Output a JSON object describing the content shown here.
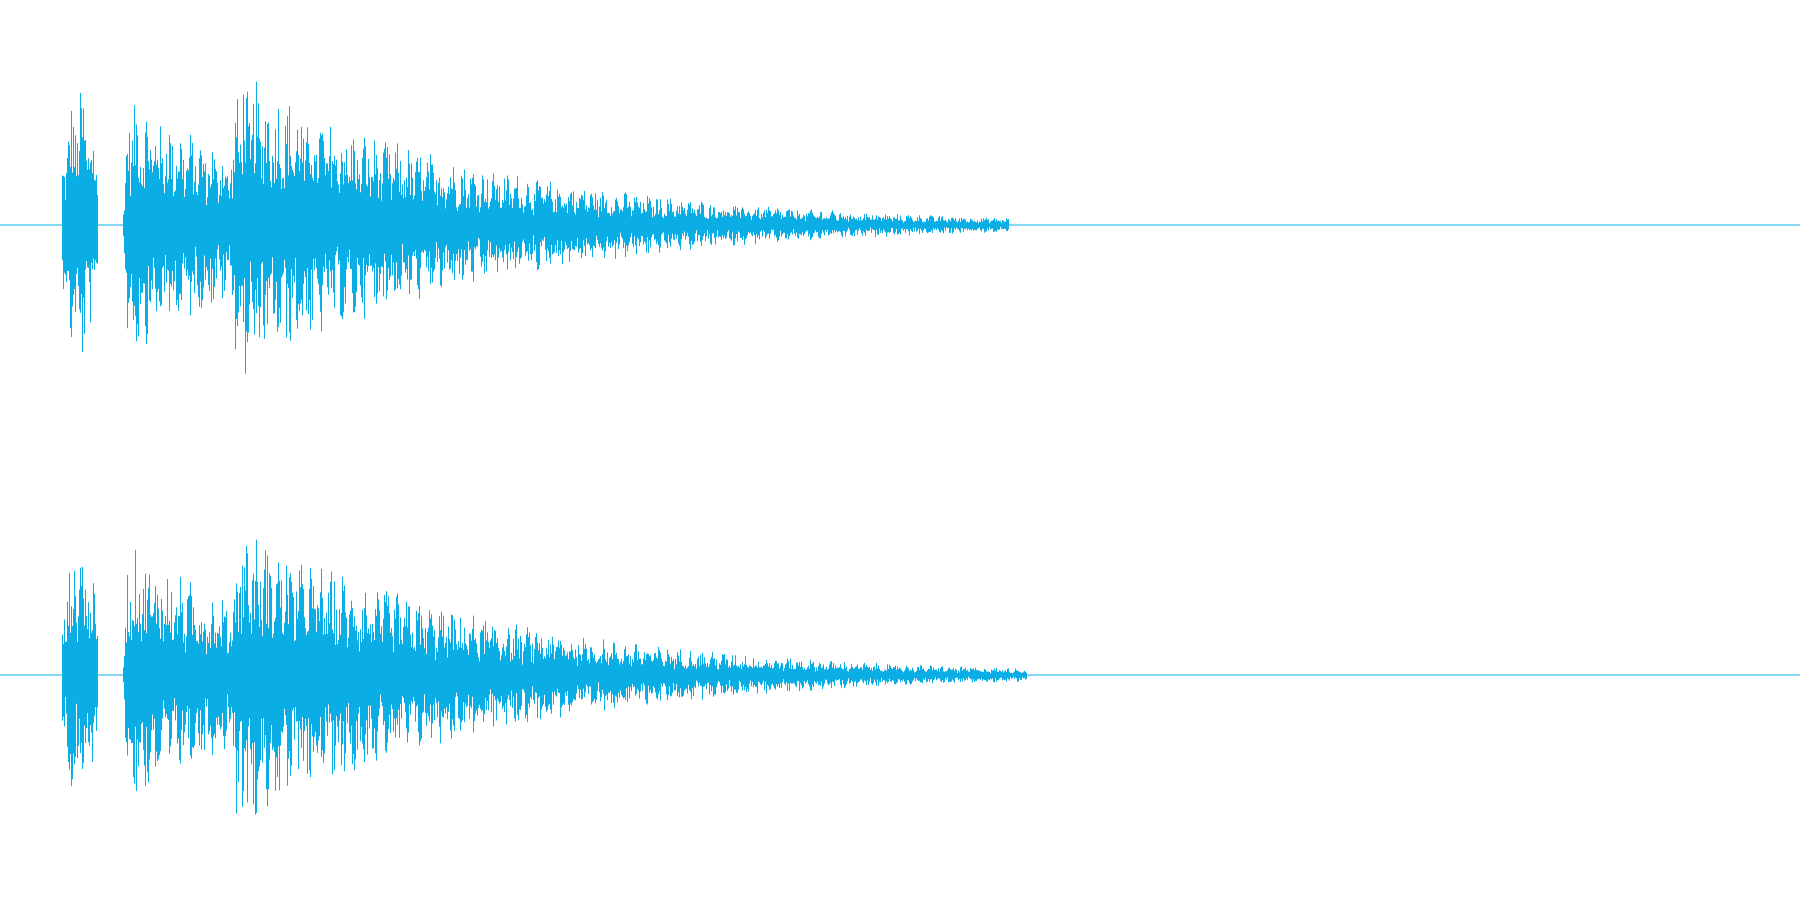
{
  "colors": {
    "waveform": "#0aaee4",
    "background": "#ffffff"
  },
  "chart_data": {
    "type": "area",
    "title": "",
    "xlabel": "",
    "ylabel": "",
    "grid": false,
    "legend": "none",
    "x_range": [
      0,
      1
    ],
    "y_range": [
      -1,
      1
    ],
    "channels": [
      {
        "bursts": [
          {
            "start": 0.034,
            "end": 0.054,
            "peak": 0.88
          },
          {
            "start": 0.068,
            "end": 0.56,
            "peak": 0.86,
            "decay": 0.1
          },
          {
            "start": 0.128,
            "end": 0.56,
            "peak": 1.0,
            "decay": 0.14
          }
        ]
      },
      {
        "bursts": [
          {
            "start": 0.034,
            "end": 0.054,
            "peak": 0.86
          },
          {
            "start": 0.068,
            "end": 0.57,
            "peak": 0.86,
            "decay": 0.1
          },
          {
            "start": 0.128,
            "end": 0.57,
            "peak": 1.0,
            "decay": 0.14
          }
        ]
      }
    ]
  }
}
